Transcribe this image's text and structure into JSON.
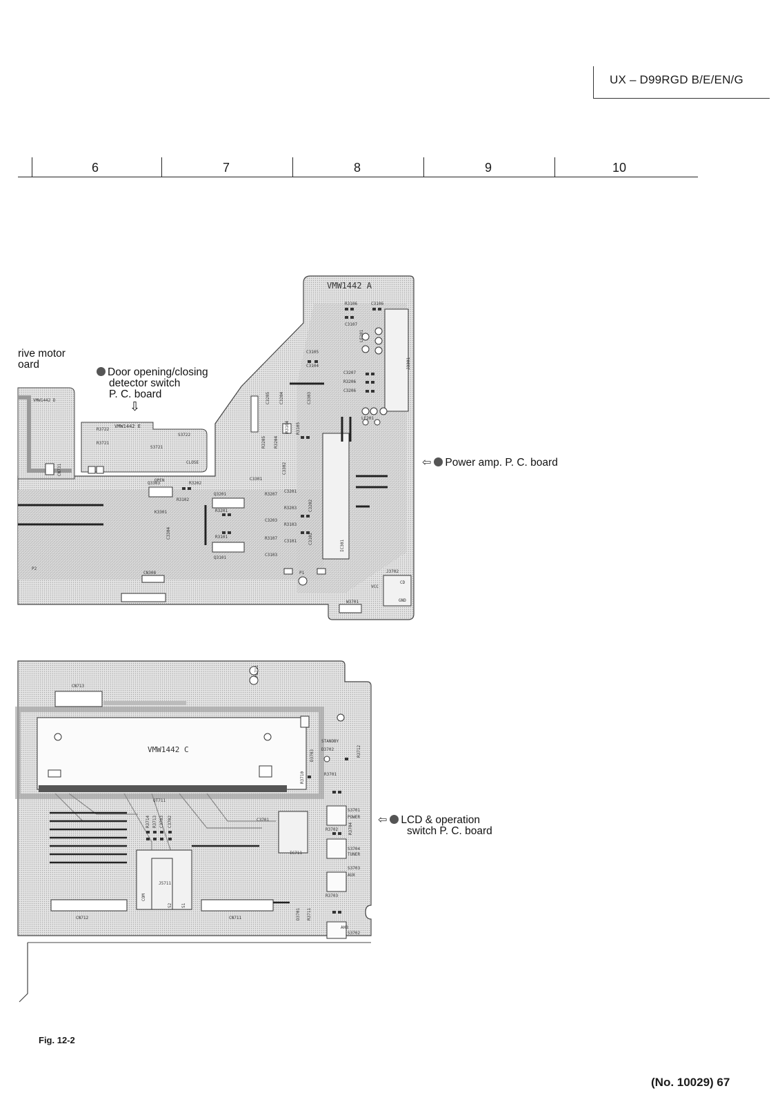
{
  "header": {
    "model": "UX – D99RGD B/E/EN/G"
  },
  "grid_columns": [
    "6",
    "7",
    "8",
    "9",
    "10"
  ],
  "boards": {
    "drive_motor": {
      "line1": "rive motor",
      "line2": "oard"
    },
    "door_switch": {
      "line1": "Door opening/closing",
      "line2": "detector switch",
      "line3": "P. C. board"
    },
    "power_amp": {
      "label": "Power amp. P. C. board"
    },
    "lcd_operation": {
      "line1": "LCD & operation",
      "line2": "switch P. C. board"
    }
  },
  "silkscreen": {
    "board_a": "VMW1442 A",
    "board_c": "VMW1442 C",
    "board_e": "VMW1442 E",
    "board_d": "VMW1442 D",
    "refs_top": [
      "R3106",
      "C3106",
      "C3107",
      "C3105",
      "C3104",
      "C3207",
      "R3206",
      "C3206",
      "LF101",
      "LF201",
      "J3301",
      "R3722",
      "R3721",
      "S3722",
      "S3721",
      "OPEN",
      "CLOSE",
      "CN731",
      "Q3303",
      "R3202",
      "R3102",
      "Q3201",
      "R3201",
      "R3101",
      "Q3101",
      "K3301",
      "C3304",
      "C3301",
      "R3207",
      "C3201",
      "R3203",
      "R3103",
      "C3203",
      "R3107",
      "C3101",
      "C3103",
      "C3102",
      "C3202",
      "IC301",
      "P1",
      "P2",
      "CN308",
      "J3702",
      "CD",
      "VCC",
      "GND",
      "W3701",
      "C3205",
      "C3204",
      "C3303",
      "R3104",
      "R3105",
      "R3205",
      "R3204",
      "C3302"
    ],
    "refs_bottom": [
      "CN713",
      "PL711",
      "STANDBY",
      "D3702",
      "R3712",
      "D3703",
      "R3701",
      "R3710",
      "S3701",
      "POWER",
      "C3701",
      "IC711",
      "R3702",
      "R3704",
      "S3704",
      "TUNER",
      "S3703",
      "AUX",
      "R3703",
      "AHB",
      "S3702",
      "D3701",
      "R3711",
      "R3714",
      "R3713",
      "C3703",
      "C3702",
      "J5711",
      "COM",
      "S2",
      "S1",
      "CN712",
      "CN711",
      "QT711"
    ]
  },
  "footer": {
    "figure": "Fig. 12-2",
    "page": "(No. 10029)  67"
  }
}
